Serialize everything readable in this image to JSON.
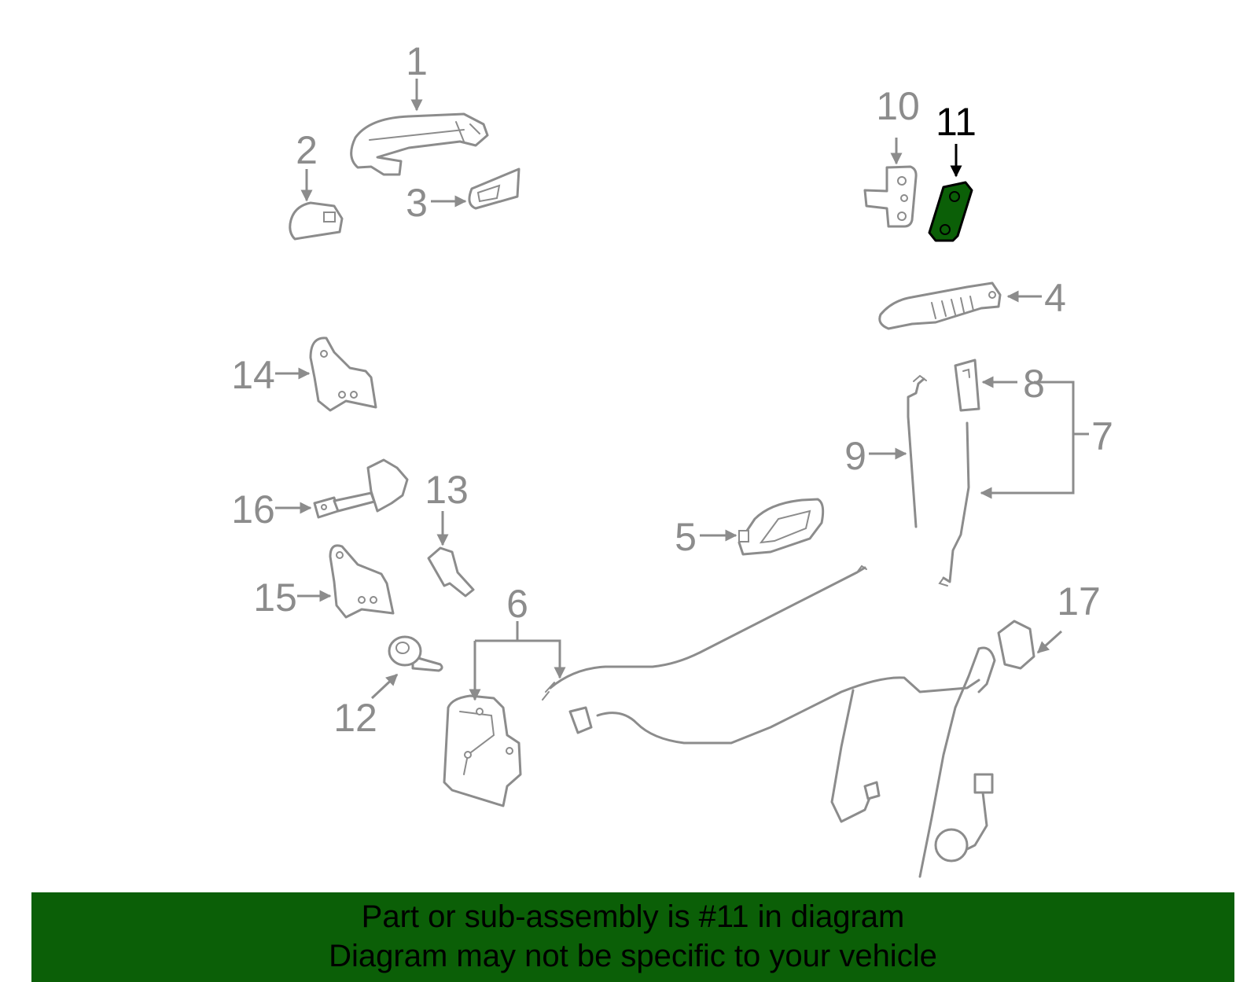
{
  "diagram": {
    "highlighted_part": "11",
    "highlight_color": "#0b5f07",
    "callout_color": "#8c8c8c",
    "callouts": {
      "c1": "1",
      "c2": "2",
      "c3": "3",
      "c4": "4",
      "c5": "5",
      "c6": "6",
      "c7": "7",
      "c8": "8",
      "c9": "9",
      "c10": "10",
      "c11": "11",
      "c12": "12",
      "c13": "13",
      "c14": "14",
      "c15": "15",
      "c16": "16",
      "c17": "17"
    }
  },
  "banner": {
    "line1": "Part or sub-assembly is #11 in diagram",
    "line2": "Diagram may not be specific to your vehicle",
    "background": "#0b5f07"
  }
}
